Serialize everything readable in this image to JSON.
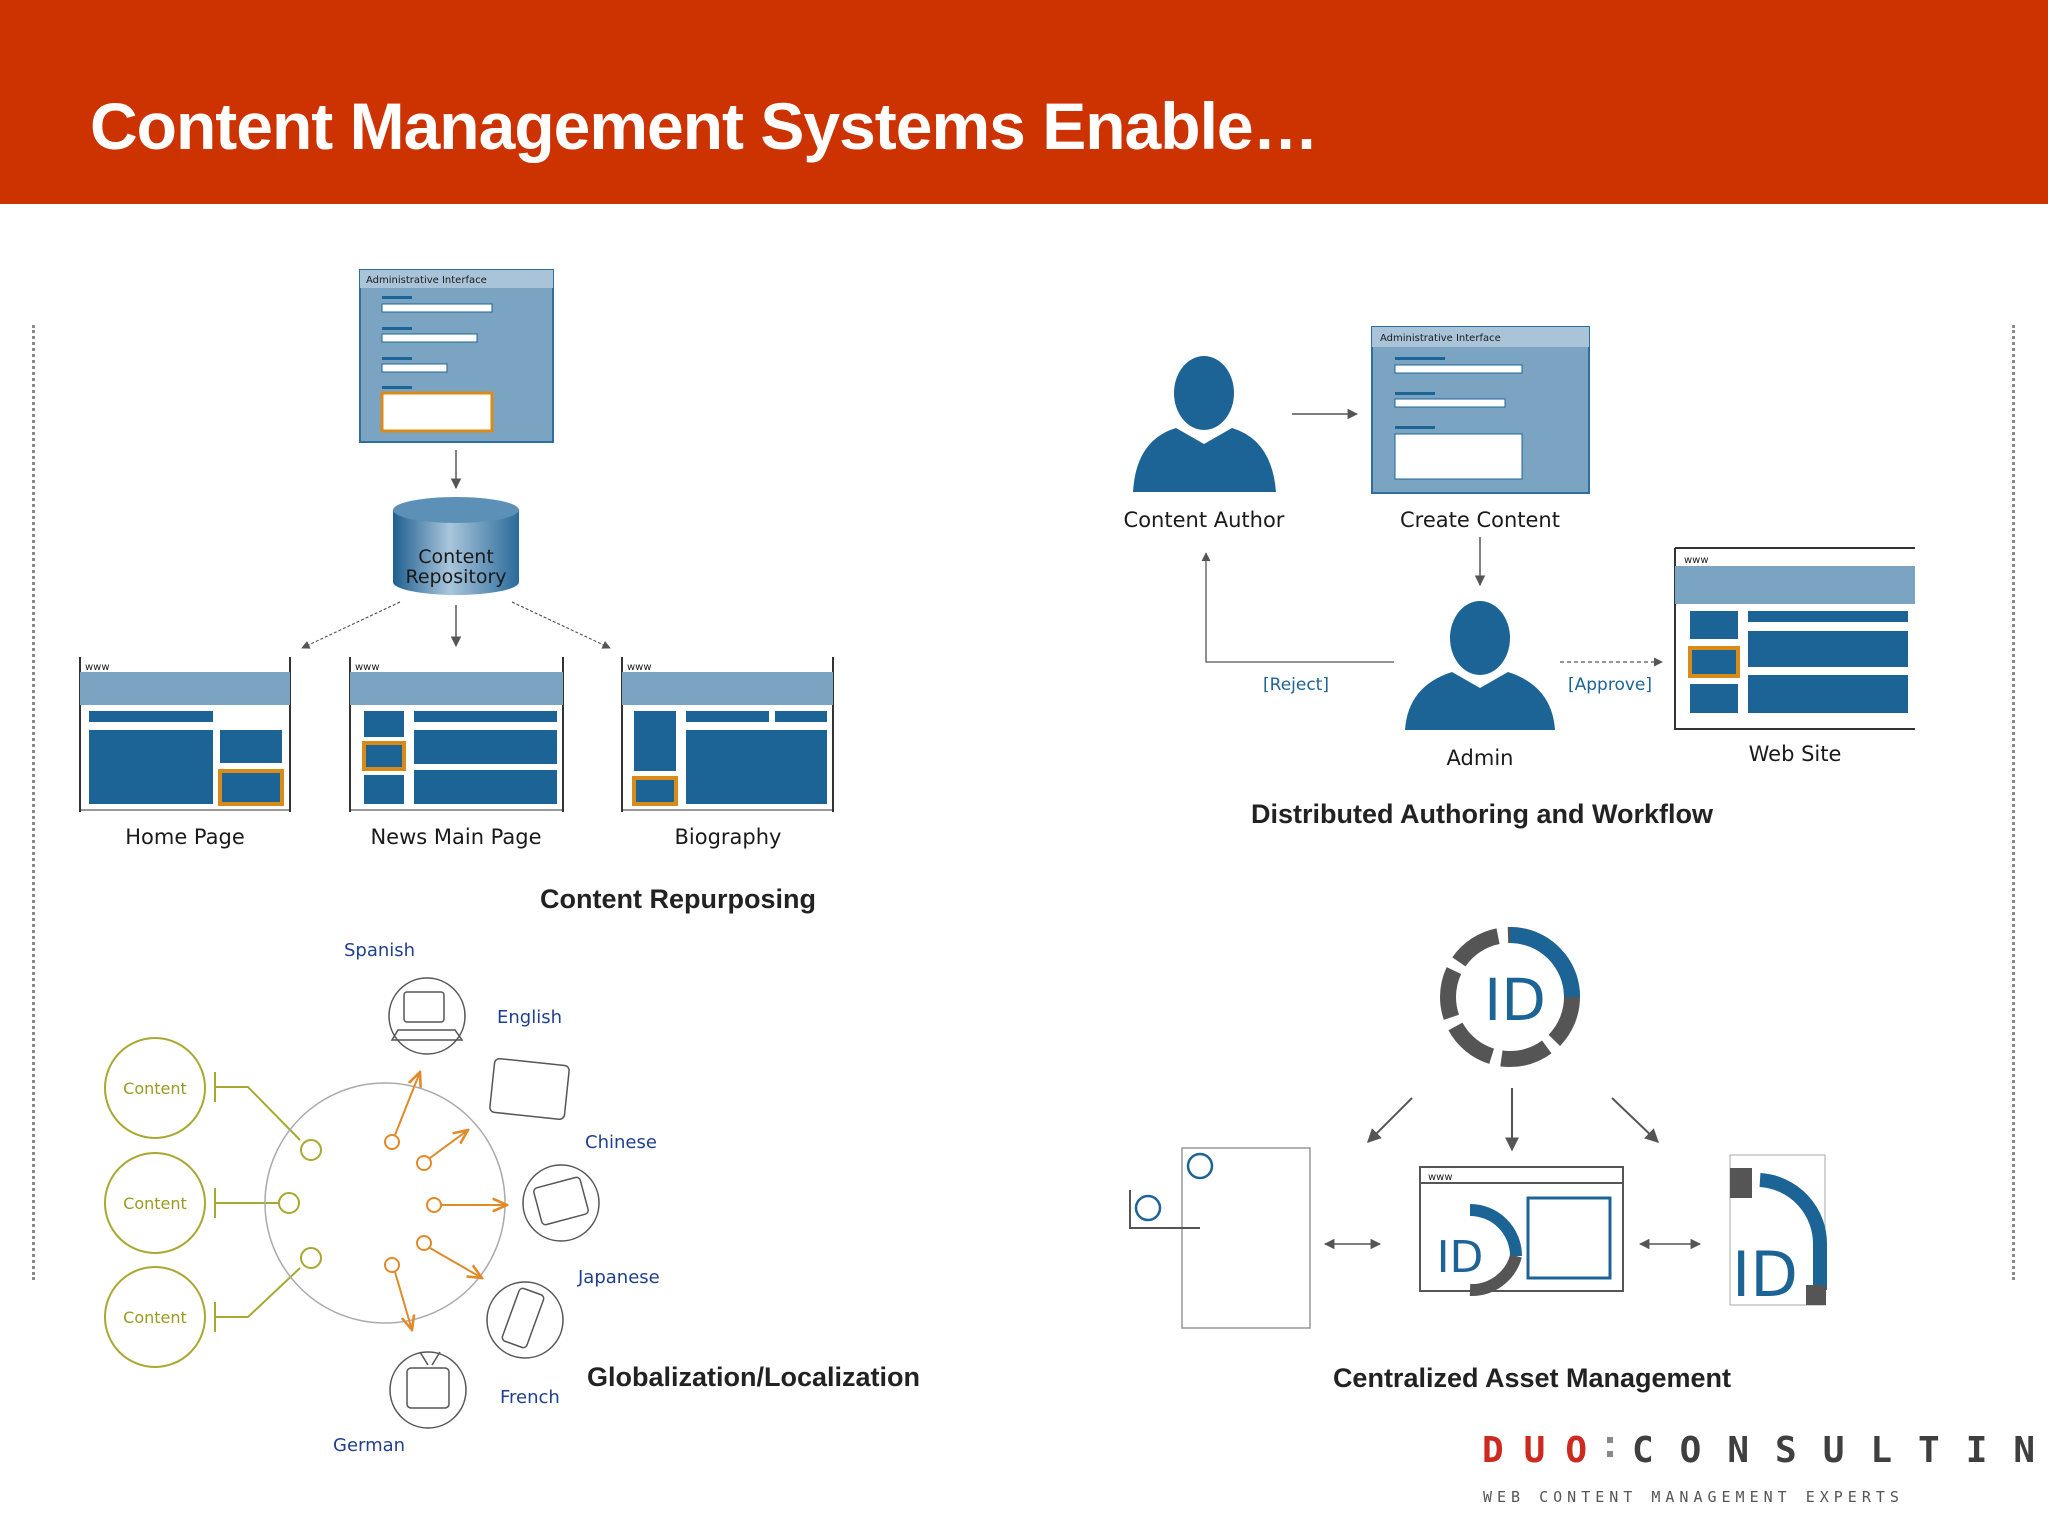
{
  "slide": {
    "title": "Content Management Systems Enable…",
    "accent_color": "#cc3300",
    "diagram_blue": "#1c6496",
    "panel_blue": "#7ba4c2",
    "highlight_orange": "#d98b1a"
  },
  "repurposing": {
    "caption": "Content Repurposing",
    "admin_title": "Administrative Interface",
    "repository_label_1": "Content",
    "repository_label_2": "Repository",
    "pages": [
      {
        "url": "www",
        "label": "Home Page"
      },
      {
        "url": "www",
        "label": "News Main Page"
      },
      {
        "url": "www",
        "label": "Biography"
      }
    ]
  },
  "workflow": {
    "caption": "Distributed Authoring and Workflow",
    "author_label": "Content Author",
    "create_label": "Create Content",
    "admin_label": "Admin",
    "website_label": "Web Site",
    "reject_label": "[Reject]",
    "approve_label": "[Approve]",
    "interface_title": "Administrative Interface",
    "site_url": "www"
  },
  "globalization": {
    "caption": "Globalization/Localization",
    "content_labels": [
      "Content",
      "Content",
      "Content"
    ],
    "languages": {
      "spanish": "Spanish",
      "english": "English",
      "chinese": "Chinese",
      "japanese": "Japanese",
      "french": "French",
      "german": "German"
    }
  },
  "assets": {
    "caption": "Centralized Asset Management",
    "id_text": "ID",
    "site_url": "www"
  },
  "logo": {
    "line1_a": "DUO",
    "line1_b": "CONSULTING",
    "line2": "WEB CONTENT MANAGEMENT EXPERTS"
  }
}
